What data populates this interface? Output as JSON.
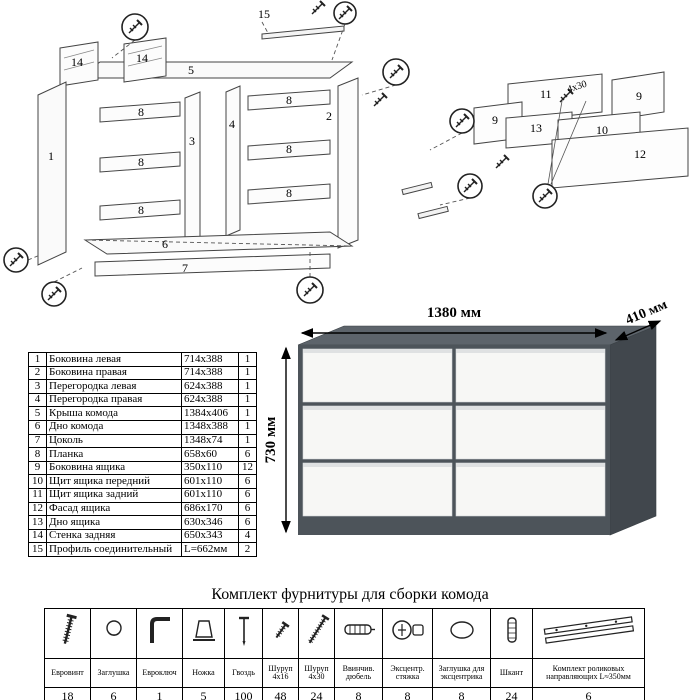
{
  "diagram": {
    "labels": [
      "15",
      "14",
      "14",
      "5",
      "1",
      "8",
      "3",
      "4",
      "2",
      "8",
      "8",
      "8",
      "8",
      "8",
      "6",
      "7",
      "11",
      "9",
      "4x30",
      "9",
      "13",
      "10",
      "12"
    ]
  },
  "dresser": {
    "width": "1380 мм",
    "depth": "410 мм",
    "height": "730 мм"
  },
  "parts_table": {
    "rows": [
      {
        "num": "1",
        "name": "Боковина левая",
        "size": "714x388",
        "qty": "1"
      },
      {
        "num": "2",
        "name": "Боковина правая",
        "size": "714x388",
        "qty": "1"
      },
      {
        "num": "3",
        "name": "Перегородка левая",
        "size": "624x388",
        "qty": "1"
      },
      {
        "num": "4",
        "name": "Перегородка правая",
        "size": "624x388",
        "qty": "1"
      },
      {
        "num": "5",
        "name": "Крыша комода",
        "size": "1384x406",
        "qty": "1"
      },
      {
        "num": "6",
        "name": "Дно комода",
        "size": "1348x388",
        "qty": "1"
      },
      {
        "num": "7",
        "name": "Цоколь",
        "size": "1348x74",
        "qty": "1"
      },
      {
        "num": "8",
        "name": "Планка",
        "size": "658x60",
        "qty": "6"
      },
      {
        "num": "9",
        "name": "Боковина ящика",
        "size": "350x110",
        "qty": "12"
      },
      {
        "num": "10",
        "name": "Щит ящика передний",
        "size": "601x110",
        "qty": "6"
      },
      {
        "num": "11",
        "name": "Щит ящика задний",
        "size": "601x110",
        "qty": "6"
      },
      {
        "num": "12",
        "name": "Фасад ящика",
        "size": "686x170",
        "qty": "6"
      },
      {
        "num": "13",
        "name": "Дно ящика",
        "size": "630x346",
        "qty": "6"
      },
      {
        "num": "14",
        "name": "Стенка задняя",
        "size": "650x343",
        "qty": "4"
      },
      {
        "num": "15",
        "name": "Профиль соединительный",
        "size": "L=662мм",
        "qty": "2"
      }
    ]
  },
  "hardware": {
    "title": "Комплект фурнитуры для сборки комода",
    "items": [
      {
        "name": "Евровинт",
        "qty": "18"
      },
      {
        "name": "Заглушка",
        "qty": "6"
      },
      {
        "name": "Евроключ",
        "qty": "1"
      },
      {
        "name": "Ножка",
        "qty": "5"
      },
      {
        "name": "Гвоздь",
        "qty": "100"
      },
      {
        "name": "Шуруп 4x16",
        "qty": "48"
      },
      {
        "name": "Шуруп 4x30",
        "qty": "24"
      },
      {
        "name": "Ввинчив. дюбель",
        "qty": "8"
      },
      {
        "name": "Эксцентр. стяжка",
        "qty": "8"
      },
      {
        "name": "Заглушка для эксцентрика",
        "qty": "8"
      },
      {
        "name": "Шкант",
        "qty": "24"
      },
      {
        "name": "Комплект роликовых направляющих L≈350мм",
        "qty": "6"
      }
    ]
  }
}
